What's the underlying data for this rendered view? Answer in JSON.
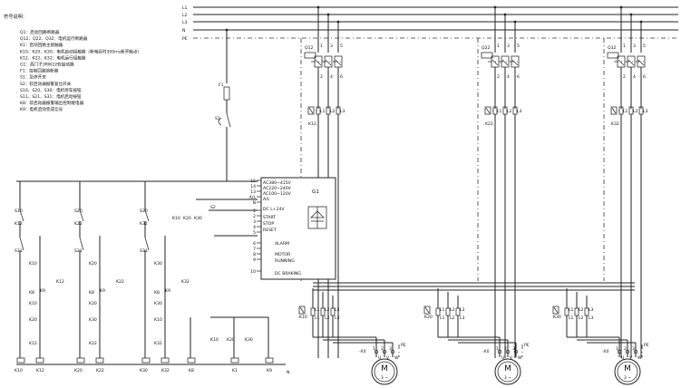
{
  "legend": {
    "title": "符号说明：",
    "items": [
      "Q1：启动回路断路器",
      "Q12、Q22、Q32：电机运行断路器",
      "K1：启动回路主接触器",
      "K10、K20、K30：电机启动接触器（断电延时300ms断开触点）",
      "K12、K22、K32：电机运行接触器",
      "G1：西门子3RW22软启动器",
      "F1：控制回路熔断器",
      "S1：急停开关",
      "S2：软启动器报警复位开关",
      "S10、S20、S30：电机停车按钮",
      "S11、S21、S31：电机启动按钮",
      "K8：软启动器报警输出控制继电器",
      "K9：电机启动完成信号"
    ]
  },
  "bus": {
    "lines": [
      "L1",
      "L2",
      "L3",
      "N",
      "PE"
    ]
  },
  "softstarter": {
    "name": "G1",
    "terminals_left": [
      "15",
      "14",
      "13",
      "A/L",
      "N",
      "1",
      "2",
      "3",
      "4",
      "5",
      "6",
      "7",
      "8",
      "9",
      "10"
    ],
    "supply_labels": [
      "AC380~415V",
      "AC220~240V",
      "AC100~120V",
      "A/L",
      "DC L+24V"
    ],
    "input_labels": [
      "START",
      "STOP",
      "RESET"
    ],
    "output_labels": [
      "ALARM",
      "MOTOR",
      "RUNNING",
      "DC BRAKING"
    ]
  },
  "breakers": [
    "Q12",
    "Q22",
    "Q32"
  ],
  "motor_contactors": [
    "K12",
    "K22",
    "K32"
  ],
  "start_contactors": [
    "K10",
    "K20",
    "K30"
  ],
  "terminal_numbers": [
    "1",
    "3",
    "5",
    "2",
    "4",
    "6"
  ],
  "phase_labels": [
    "L1",
    "L2",
    "L3"
  ],
  "motor": {
    "symbol": "M",
    "sub": "3 ~",
    "terminals": [
      "U",
      "V",
      "W"
    ],
    "pe": "PE"
  },
  "xo": "-X0",
  "control": {
    "fuse": "F1",
    "estop": "S1",
    "reset": "S2",
    "stop_buttons": [
      "S10",
      "S20",
      "S30"
    ],
    "start_buttons": [
      "S11",
      "S21",
      "S31"
    ],
    "relays": [
      "K8",
      "K9"
    ],
    "coil_labels": [
      "K10",
      "K12",
      "K20",
      "K22",
      "K30",
      "K32",
      "K8",
      "K1",
      "K9"
    ],
    "neutral": "N"
  }
}
